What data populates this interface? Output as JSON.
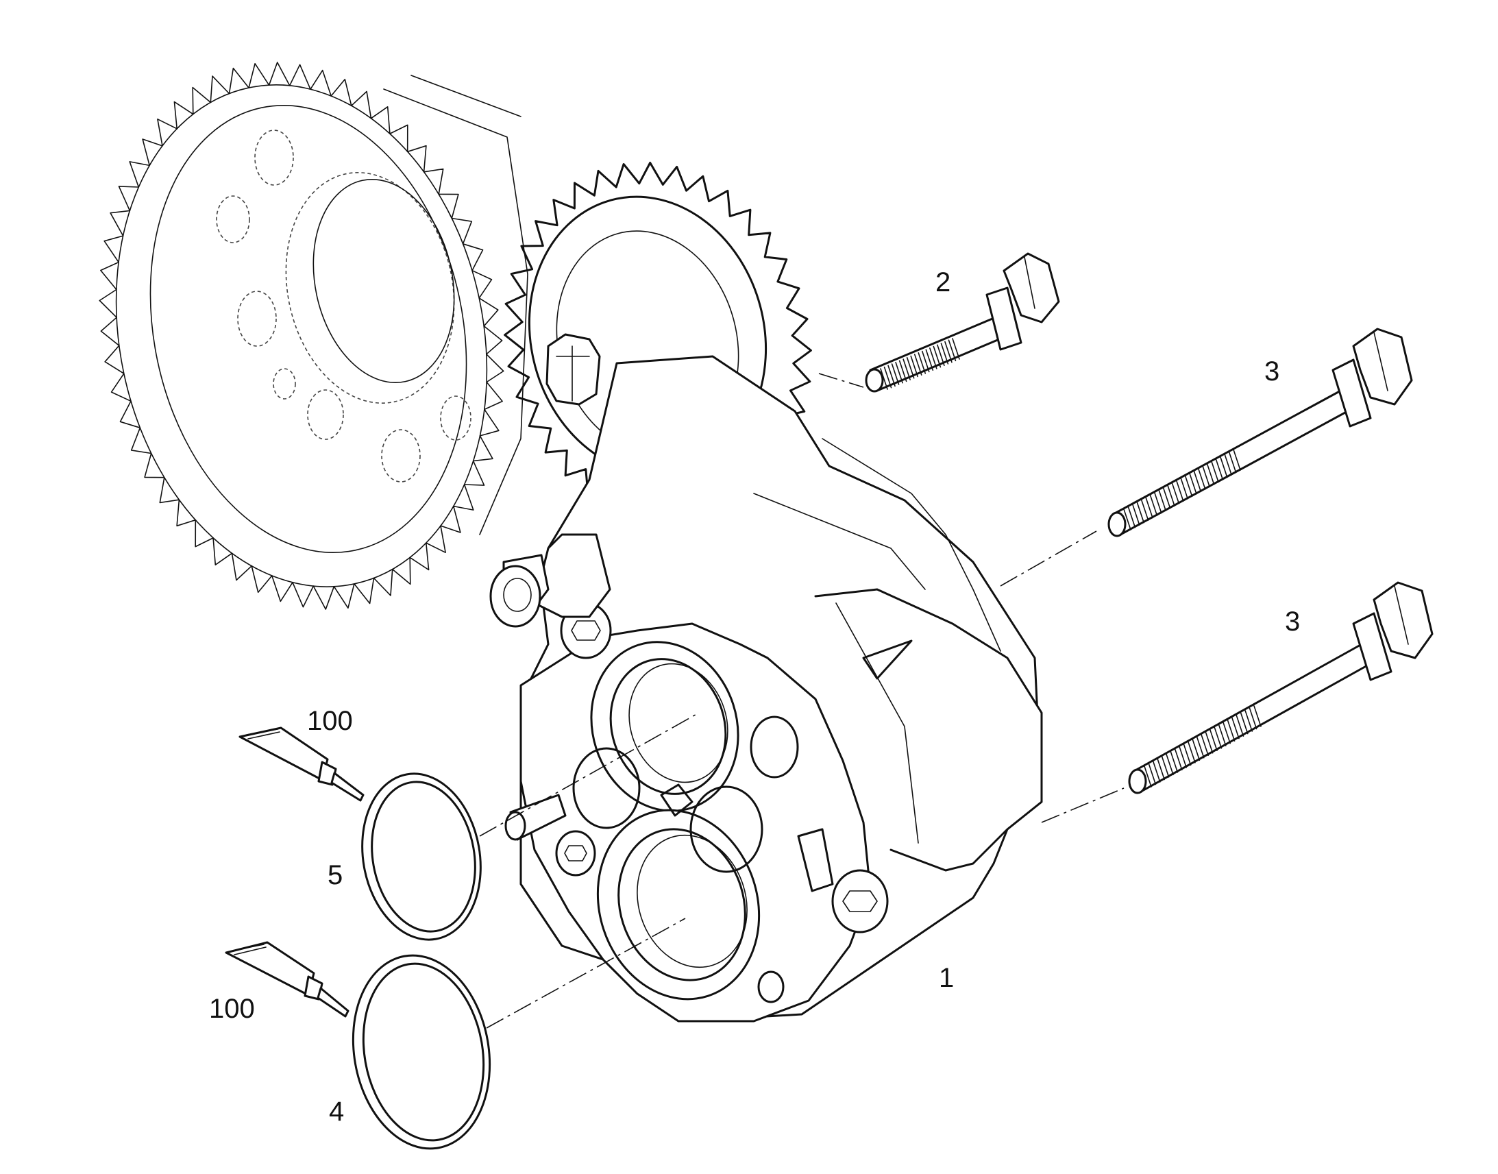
{
  "callouts": {
    "pump_assembly": "1",
    "bolt_short": "2",
    "bolt_long_upper": "3",
    "bolt_long_lower": "3",
    "oring_small": "5",
    "oring_large": "4",
    "sealant_upper": "100",
    "sealant_lower": "100"
  },
  "icons": {
    "idler_gear": "gear-icon",
    "sealant_tube": "tube-icon",
    "bolt": "bolt-icon",
    "oring": "ring-icon"
  }
}
